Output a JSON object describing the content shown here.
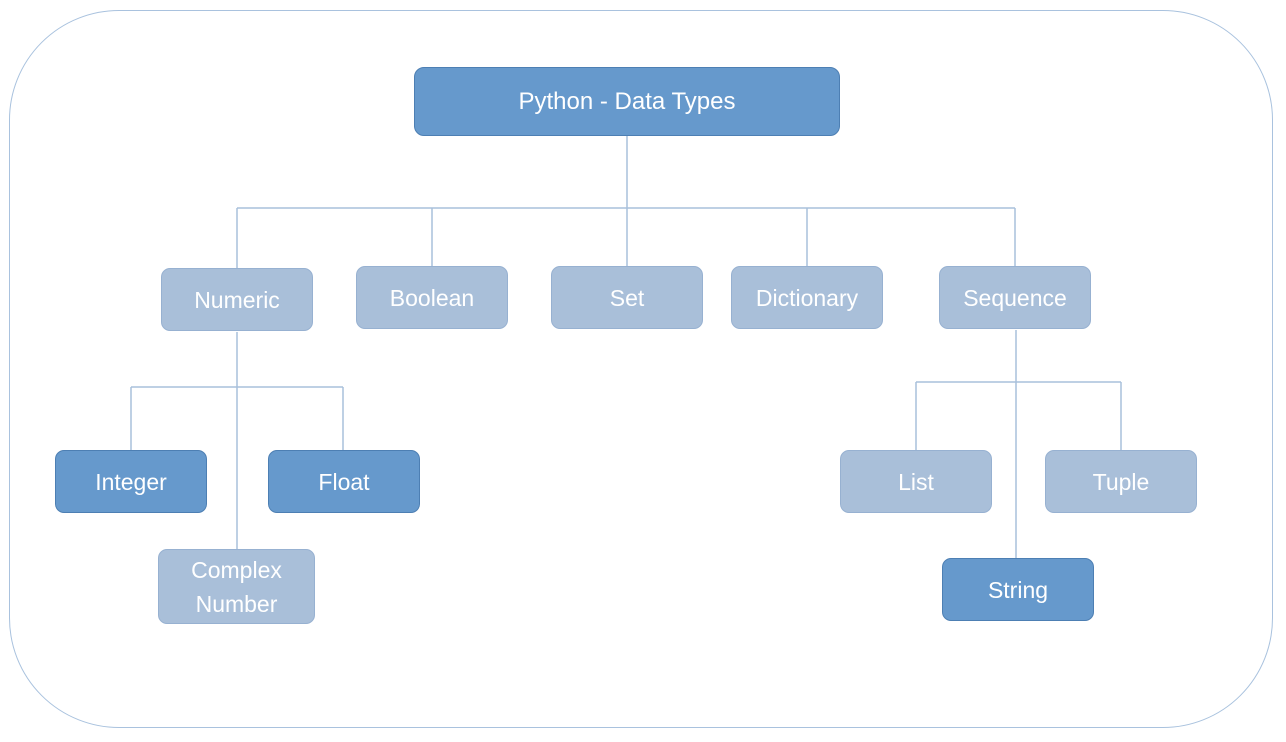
{
  "diagram": {
    "root": "Python - Data Types",
    "categories": {
      "numeric": "Numeric",
      "boolean": "Boolean",
      "set": "Set",
      "dictionary": "Dictionary",
      "sequence": "Sequence"
    },
    "numeric_children": {
      "integer": "Integer",
      "float": "Float",
      "complex": "Complex\nNumber"
    },
    "sequence_children": {
      "list": "List",
      "tuple": "Tuple",
      "string": "String"
    }
  },
  "colors": {
    "dark_node": "#6699cc",
    "light_node": "#a9bfd9",
    "connector": "#a9c0db",
    "frame_border": "#a9c2de",
    "text": "#ffffff"
  }
}
